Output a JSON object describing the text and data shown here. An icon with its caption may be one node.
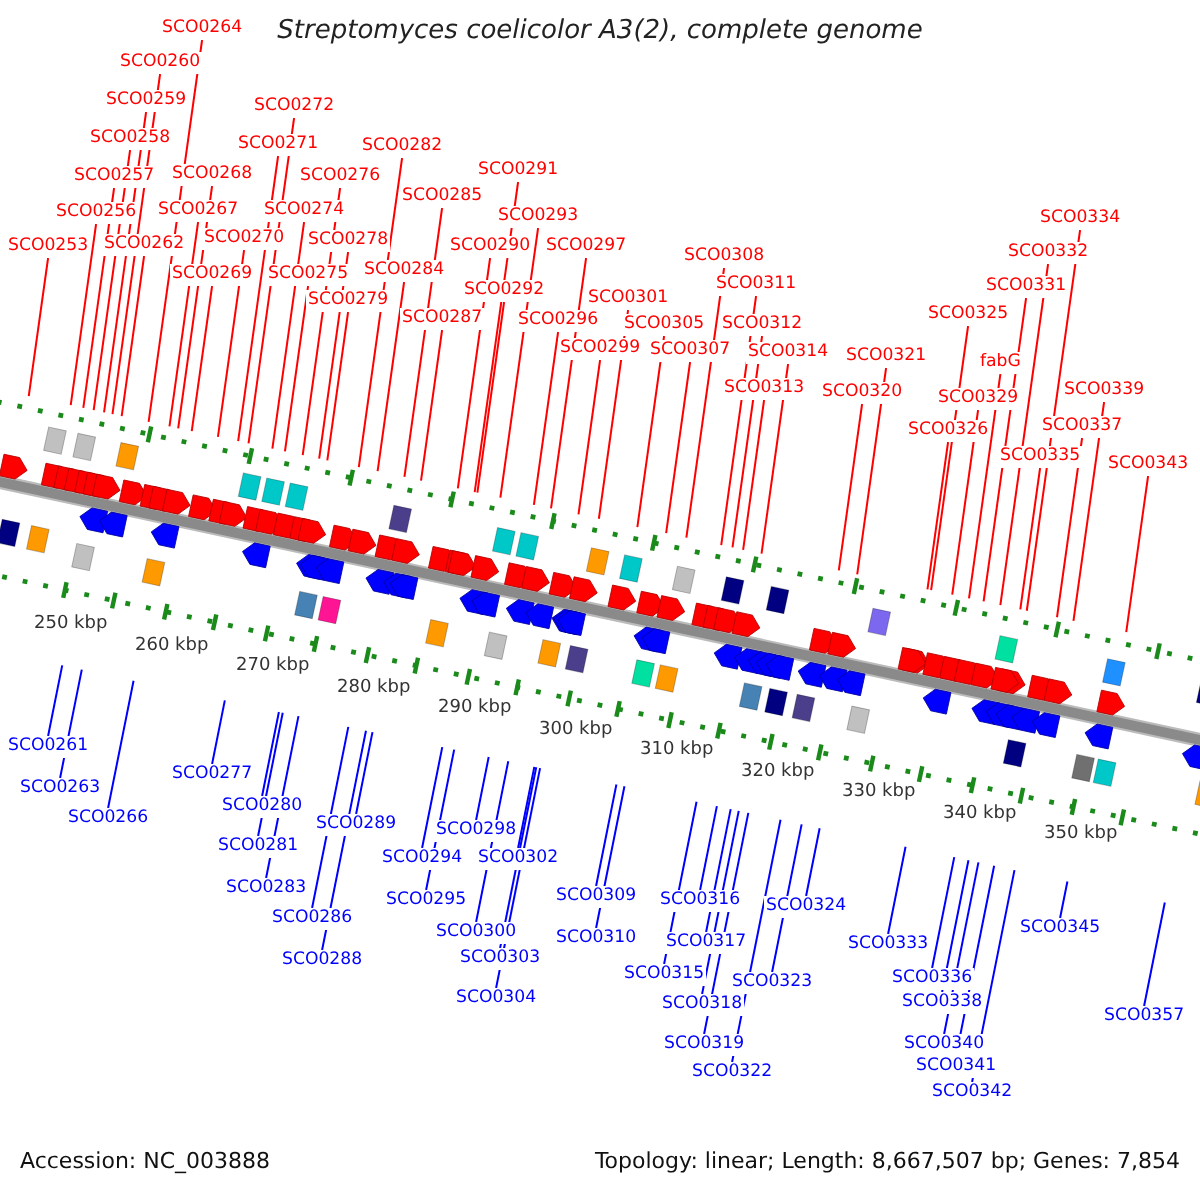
{
  "diagram": {
    "title": "Streptomyces coelicolor A3(2), complete genome",
    "nodes": [
      {
        "text": [
          "SCO0253"
        ]
      },
      {
        "text": [
          "SCO0256"
        ]
      },
      {
        "text": [
          "SCO0257"
        ]
      },
      {
        "text": [
          "SCO0258"
        ]
      },
      {
        "text": [
          "SCO0259"
        ]
      },
      {
        "text": [
          "SCO0260"
        ]
      },
      {
        "text": [
          "SCO0262"
        ]
      },
      {
        "text": [
          "SCO0264"
        ]
      },
      {
        "text": [
          "SCO0267"
        ]
      },
      {
        "text": [
          "SCO0268"
        ]
      },
      {
        "text": [
          "SCO0269"
        ]
      },
      {
        "text": [
          "SCO0270"
        ]
      },
      {
        "text": [
          "SCO0271"
        ]
      },
      {
        "text": [
          "SCO0272"
        ]
      },
      {
        "text": [
          "SCO0274"
        ]
      },
      {
        "text": [
          "SCO0275"
        ]
      },
      {
        "text": [
          "SCO0276"
        ]
      },
      {
        "text": [
          "SCO0278"
        ]
      },
      {
        "text": [
          "SCO0279"
        ]
      },
      {
        "text": [
          "SCO0282"
        ]
      },
      {
        "text": [
          "SCO0284"
        ]
      },
      {
        "text": [
          "SCO0285"
        ]
      },
      {
        "text": [
          "SCO0287"
        ]
      },
      {
        "text": [
          "SCO0290"
        ]
      },
      {
        "text": [
          "SCO0291"
        ]
      },
      {
        "text": [
          "SCO0292"
        ]
      },
      {
        "text": [
          "SCO0293"
        ]
      },
      {
        "text": [
          "SCO0296"
        ]
      },
      {
        "text": [
          "SCO0297"
        ]
      },
      {
        "text": [
          "SCO0299"
        ]
      },
      {
        "text": [
          "SCO0301"
        ]
      },
      {
        "text": [
          "SCO0305"
        ]
      },
      {
        "text": [
          "SCO0307"
        ]
      },
      {
        "text": [
          "SCO0308"
        ]
      },
      {
        "text": [
          "SCO0311"
        ]
      },
      {
        "text": [
          "SCO0312"
        ]
      },
      {
        "text": [
          "SCO0313"
        ]
      },
      {
        "text": [
          "SCO0314"
        ]
      },
      {
        "text": [
          "SCO0320"
        ]
      },
      {
        "text": [
          "SCO0321"
        ]
      },
      {
        "text": [
          "SCO0325"
        ]
      },
      {
        "text": [
          "SCO0326"
        ]
      },
      {
        "text": [
          "SCO0329"
        ]
      },
      {
        "text": [
          "fabG"
        ]
      },
      {
        "text": [
          "SCO0331"
        ]
      },
      {
        "text": [
          "SCO0332"
        ]
      },
      {
        "text": [
          "SCO0334"
        ]
      },
      {
        "text": [
          "SCO0335"
        ]
      },
      {
        "text": [
          "SCO0337"
        ]
      },
      {
        "text": [
          "SCO0339"
        ]
      },
      {
        "text": [
          "SCO0343"
        ]
      },
      {
        "text": [
          "SCO0261"
        ]
      },
      {
        "text": [
          "SCO0263"
        ]
      },
      {
        "text": [
          "SCO0266"
        ]
      },
      {
        "text": [
          "SCO0277"
        ]
      },
      {
        "text": [
          "SCO0280"
        ]
      },
      {
        "text": [
          "SCO0281"
        ]
      },
      {
        "text": [
          "SCO0283"
        ]
      },
      {
        "text": [
          "SCO0286"
        ]
      },
      {
        "text": [
          "SCO0288"
        ]
      },
      {
        "text": [
          "SCO0289"
        ]
      },
      {
        "text": [
          "SCO0294"
        ]
      },
      {
        "text": [
          "SCO0295"
        ]
      },
      {
        "text": [
          "SCO0298"
        ]
      },
      {
        "text": [
          "SCO0300"
        ]
      },
      {
        "text": [
          "SCO0302"
        ]
      },
      {
        "text": [
          "SCO0303"
        ]
      },
      {
        "text": [
          "SCO0304"
        ]
      },
      {
        "text": [
          "SCO0309"
        ]
      },
      {
        "text": [
          "SCO0310"
        ]
      },
      {
        "text": [
          "SCO0315"
        ]
      },
      {
        "text": [
          "SCO0316"
        ]
      },
      {
        "text": [
          "SCO0317"
        ]
      },
      {
        "text": [
          "SCO0318"
        ]
      },
      {
        "text": [
          "SCO0319"
        ]
      },
      {
        "text": [
          "SCO0322"
        ]
      },
      {
        "text": [
          "SCO0323"
        ]
      },
      {
        "text": [
          "SCO0324"
        ]
      },
      {
        "text": [
          "SCO0333"
        ]
      },
      {
        "text": [
          "SCO0336"
        ]
      },
      {
        "text": [
          "SCO0338"
        ]
      },
      {
        "text": [
          "SCO0340"
        ]
      },
      {
        "text": [
          "SCO0341"
        ]
      },
      {
        "text": [
          "SCO0342"
        ]
      },
      {
        "text": [
          "SCO0345"
        ]
      },
      {
        "text": [
          "SCO0357"
        ]
      }
    ],
    "edges": [
      {
        "from": 0,
        "to": null,
        "arrow": "none"
      },
      {
        "from": 1,
        "to": null,
        "arrow": "none"
      },
      {
        "from": 2,
        "to": null,
        "arrow": "none"
      },
      {
        "from": 3,
        "to": null,
        "arrow": "none"
      },
      {
        "from": 4,
        "to": null,
        "arrow": "none"
      },
      {
        "from": 5,
        "to": null,
        "arrow": "none"
      },
      {
        "from": 6,
        "to": null,
        "arrow": "none"
      },
      {
        "from": 7,
        "to": null,
        "arrow": "none"
      },
      {
        "from": 8,
        "to": null,
        "arrow": "none"
      },
      {
        "from": 9,
        "to": null,
        "arrow": "none"
      },
      {
        "from": 10,
        "to": null,
        "arrow": "none"
      },
      {
        "from": 11,
        "to": null,
        "arrow": "none"
      },
      {
        "from": 12,
        "to": null,
        "arrow": "none"
      },
      {
        "from": 13,
        "to": null,
        "arrow": "none"
      },
      {
        "from": 14,
        "to": null,
        "arrow": "none"
      },
      {
        "from": 15,
        "to": null,
        "arrow": "none"
      },
      {
        "from": 16,
        "to": null,
        "arrow": "none"
      },
      {
        "from": 17,
        "to": null,
        "arrow": "none"
      },
      {
        "from": 18,
        "to": null,
        "arrow": "none"
      },
      {
        "from": 19,
        "to": null,
        "arrow": "none"
      },
      {
        "from": 20,
        "to": null,
        "arrow": "none"
      },
      {
        "from": 21,
        "to": null,
        "arrow": "none"
      },
      {
        "from": 22,
        "to": null,
        "arrow": "none"
      },
      {
        "from": 23,
        "to": null,
        "arrow": "none"
      },
      {
        "from": 24,
        "to": null,
        "arrow": "none"
      },
      {
        "from": 25,
        "to": null,
        "arrow": "none"
      },
      {
        "from": 26,
        "to": null,
        "arrow": "none"
      },
      {
        "from": 27,
        "to": null,
        "arrow": "none"
      },
      {
        "from": 28,
        "to": null,
        "arrow": "none"
      },
      {
        "from": 29,
        "to": null,
        "arrow": "none"
      },
      {
        "from": 30,
        "to": null,
        "arrow": "none"
      },
      {
        "from": 31,
        "to": null,
        "arrow": "none"
      },
      {
        "from": 32,
        "to": null,
        "arrow": "none"
      },
      {
        "from": 33,
        "to": null,
        "arrow": "none"
      },
      {
        "from": 34,
        "to": null,
        "arrow": "none"
      },
      {
        "from": 35,
        "to": null,
        "arrow": "none"
      },
      {
        "from": 36,
        "to": null,
        "arrow": "none"
      },
      {
        "from": 37,
        "to": null,
        "arrow": "none"
      },
      {
        "from": 38,
        "to": null,
        "arrow": "none"
      },
      {
        "from": 39,
        "to": null,
        "arrow": "none"
      },
      {
        "from": 40,
        "to": null,
        "arrow": "none"
      },
      {
        "from": 41,
        "to": null,
        "arrow": "none"
      },
      {
        "from": 42,
        "to": null,
        "arrow": "none"
      },
      {
        "from": 43,
        "to": null,
        "arrow": "none"
      },
      {
        "from": 44,
        "to": null,
        "arrow": "none"
      },
      {
        "from": 45,
        "to": null,
        "arrow": "none"
      },
      {
        "from": 46,
        "to": null,
        "arrow": "none"
      },
      {
        "from": 47,
        "to": null,
        "arrow": "none"
      },
      {
        "from": 48,
        "to": null,
        "arrow": "none"
      },
      {
        "from": 49,
        "to": null,
        "arrow": "none"
      },
      {
        "from": 50,
        "to": null,
        "arrow": "none"
      },
      {
        "from": 51,
        "to": null,
        "arrow": "none",
        "color": "#0000ff"
      },
      {
        "from": 52,
        "to": null,
        "arrow": "none",
        "color": "#0000ff"
      },
      {
        "from": 53,
        "to": null,
        "arrow": "none",
        "color": "#0000ff"
      },
      {
        "from": 54,
        "to": null,
        "arrow": "none",
        "color": "#0000ff"
      },
      {
        "from": 55,
        "to": null,
        "arrow": "none",
        "color": "#0000ff"
      },
      {
        "from": 56,
        "to": null,
        "arrow": "none",
        "color": "#0000ff"
      },
      {
        "from": 57,
        "to": null,
        "arrow": "none",
        "color": "#0000ff"
      },
      {
        "from": 58,
        "to": null,
        "arrow": "none",
        "color": "#0000ff"
      },
      {
        "from": 59,
        "to": null,
        "arrow": "none",
        "color": "#0000ff"
      },
      {
        "from": 60,
        "to": null,
        "arrow": "none",
        "color": "#0000ff"
      },
      {
        "from": 61,
        "to": null,
        "arrow": "none",
        "color": "#0000ff"
      },
      {
        "from": 62,
        "to": null,
        "arrow": "none",
        "color": "#0000ff"
      },
      {
        "from": 63,
        "to": null,
        "arrow": "none",
        "color": "#0000ff"
      },
      {
        "from": 64,
        "to": null,
        "arrow": "none",
        "color": "#0000ff"
      },
      {
        "from": 65,
        "to": null,
        "arrow": "none",
        "color": "#0000ff"
      },
      {
        "from": 66,
        "to": null,
        "arrow": "none",
        "color": "#0000ff"
      },
      {
        "from": 67,
        "to": null,
        "arrow": "none",
        "color": "#0000ff"
      },
      {
        "from": 68,
        "to": null,
        "arrow": "none",
        "color": "#0000ff"
      },
      {
        "from": 69,
        "to": null,
        "arrow": "none",
        "color": "#0000ff"
      },
      {
        "from": 70,
        "to": null,
        "arrow": "none",
        "color": "#0000ff"
      },
      {
        "from": 71,
        "to": null,
        "arrow": "none",
        "color": "#0000ff"
      },
      {
        "from": 72,
        "to": null,
        "arrow": "none",
        "color": "#0000ff"
      },
      {
        "from": 73,
        "to": null,
        "arrow": "none",
        "color": "#0000ff"
      },
      {
        "from": 74,
        "to": null,
        "arrow": "none",
        "color": "#0000ff"
      },
      {
        "from": 75,
        "to": null,
        "arrow": "none",
        "color": "#0000ff"
      },
      {
        "from": 76,
        "to": null,
        "arrow": "none",
        "color": "#0000ff"
      },
      {
        "from": 77,
        "to": null,
        "arrow": "none",
        "color": "#0000ff"
      },
      {
        "from": 78,
        "to": null,
        "arrow": "none",
        "color": "#0000ff"
      },
      {
        "from": 79,
        "to": null,
        "arrow": "none",
        "color": "#0000ff"
      },
      {
        "from": 80,
        "to": null,
        "arrow": "none",
        "color": "#0000ff"
      },
      {
        "from": 81,
        "to": null,
        "arrow": "none",
        "color": "#0000ff"
      },
      {
        "from": 82,
        "to": null,
        "arrow": "none",
        "color": "#0000ff"
      },
      {
        "from": 83,
        "to": null,
        "arrow": "none",
        "color": "#0000ff"
      },
      {
        "from": 84,
        "to": null,
        "arrow": "none",
        "color": "#0000ff"
      },
      {
        "from": 85,
        "to": null,
        "arrow": "none",
        "color": "#0000ff"
      }
    ],
    "labels": [
      "250 kbp",
      "260 kbp",
      "270 kbp",
      "280 kbp",
      "290 kbp",
      "300 kbp",
      "310 kbp",
      "320 kbp",
      "330 kbp",
      "340 kbp",
      "350 kbp",
      "Accession: NC_003888",
      "Topology: linear; Length: 8,667,507 bp; Genes: 7,854"
    ]
  }
}
